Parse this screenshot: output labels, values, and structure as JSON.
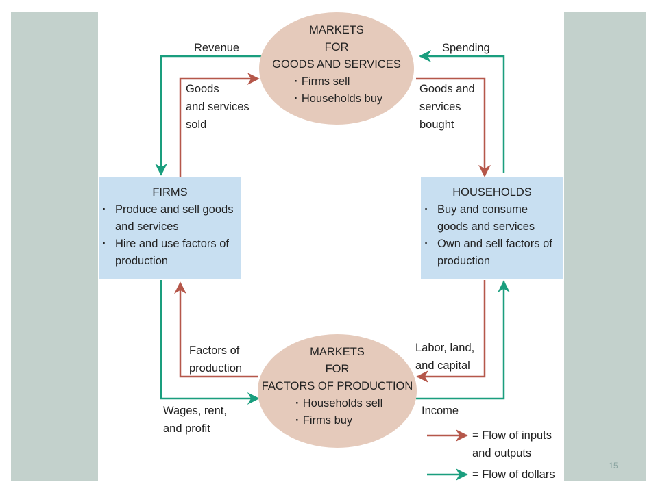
{
  "ovals": {
    "goods": {
      "title_lines": [
        "MARKETS",
        "FOR",
        "GOODS AND SERVICES"
      ],
      "bullets": [
        "Firms sell",
        "Households buy"
      ]
    },
    "factors": {
      "title_lines": [
        "MARKETS",
        "FOR",
        "FACTORS OF PRODUCTION"
      ],
      "bullets": [
        "Households sell",
        "Firms buy"
      ]
    }
  },
  "boxes": {
    "firms": {
      "title": "FIRMS",
      "bullets": [
        "Produce and sell goods and services",
        "Hire and use factors of production"
      ]
    },
    "households": {
      "title": "HOUSEHOLDS",
      "bullets": [
        "Buy and consume goods and services",
        "Own and sell factors of production"
      ]
    }
  },
  "labels": {
    "revenue": "Revenue",
    "spending": "Spending",
    "goods_sold": "Goods\nand services\nsold",
    "goods_bought": "Goods and\nservices\nbought",
    "factors_of_production": "Factors of\nproduction",
    "labor_land_capital": "Labor, land,\nand capital",
    "wages_rent_profit": "Wages, rent,\nand profit",
    "income": "Income"
  },
  "legend": {
    "inputs_outputs": "= Flow of inputs\nand outputs",
    "dollars": "= Flow of dollars"
  },
  "colors": {
    "inputs_outputs_arrow": "#b5574a",
    "dollars_arrow": "#1a9e7e",
    "oval_fill": "#e5cabb",
    "box_fill": "#c8dff1",
    "side_bar": "#c3d1cc"
  },
  "page_number": "15"
}
